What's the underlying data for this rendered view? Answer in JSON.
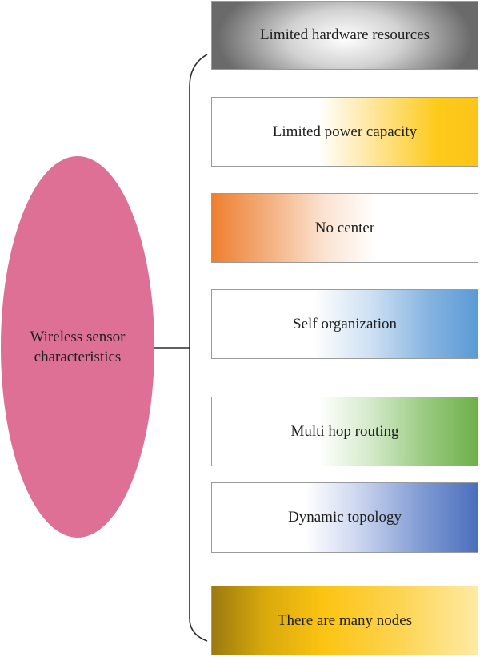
{
  "center": {
    "label": "Wireless sensor\ncharacteristics",
    "color": "#dd7094"
  },
  "characteristics": [
    {
      "label": "Limited hardware resources"
    },
    {
      "label": "Limited power capacity"
    },
    {
      "label": "No center"
    },
    {
      "label": "Self organization"
    },
    {
      "label": "Multi hop routing"
    },
    {
      "label": "Dynamic topology"
    },
    {
      "label": "There are many nodes"
    }
  ],
  "connector_color": "#2b2b2b"
}
